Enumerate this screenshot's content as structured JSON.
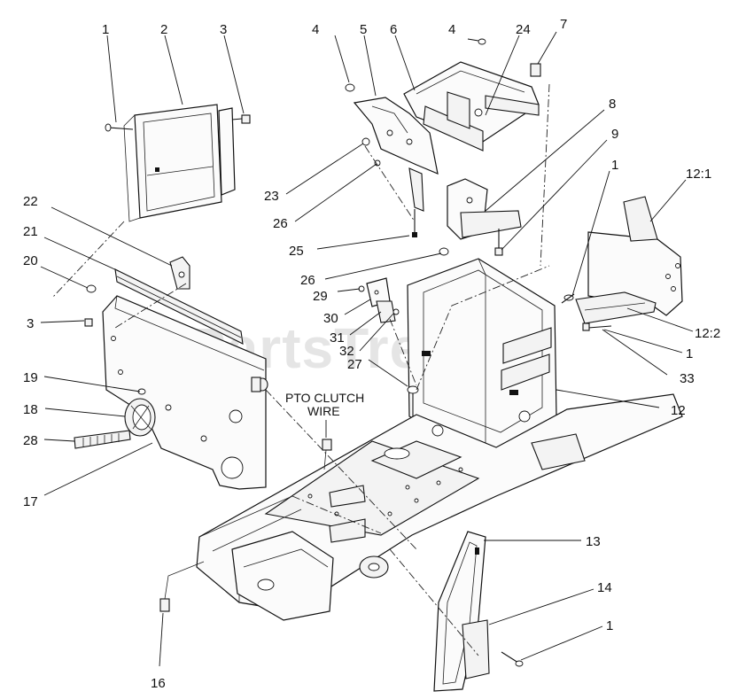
{
  "diagram": {
    "watermark": "PartsTree",
    "note_lines": [
      "PTO CLUTCH",
      "WIRE"
    ],
    "callouts": [
      {
        "id": "c-1a",
        "text": "1"
      },
      {
        "id": "c-2",
        "text": "2"
      },
      {
        "id": "c-3a",
        "text": "3"
      },
      {
        "id": "c-4a",
        "text": "4"
      },
      {
        "id": "c-5",
        "text": "5"
      },
      {
        "id": "c-6",
        "text": "6"
      },
      {
        "id": "c-4b",
        "text": "4"
      },
      {
        "id": "c-24",
        "text": "24"
      },
      {
        "id": "c-7",
        "text": "7"
      },
      {
        "id": "c-8",
        "text": "8"
      },
      {
        "id": "c-9",
        "text": "9"
      },
      {
        "id": "c-1b",
        "text": "1"
      },
      {
        "id": "c-12-1",
        "text": "12:1"
      },
      {
        "id": "c-22",
        "text": "22"
      },
      {
        "id": "c-21",
        "text": "21"
      },
      {
        "id": "c-20",
        "text": "20"
      },
      {
        "id": "c-3b",
        "text": "3"
      },
      {
        "id": "c-23",
        "text": "23"
      },
      {
        "id": "c-26a",
        "text": "26"
      },
      {
        "id": "c-25",
        "text": "25"
      },
      {
        "id": "c-26b",
        "text": "26"
      },
      {
        "id": "c-29",
        "text": "29"
      },
      {
        "id": "c-30",
        "text": "30"
      },
      {
        "id": "c-31",
        "text": "31"
      },
      {
        "id": "c-32",
        "text": "32"
      },
      {
        "id": "c-27",
        "text": "27"
      },
      {
        "id": "c-12-2",
        "text": "12:2"
      },
      {
        "id": "c-1c",
        "text": "1"
      },
      {
        "id": "c-33",
        "text": "33"
      },
      {
        "id": "c-12",
        "text": "12"
      },
      {
        "id": "c-19",
        "text": "19"
      },
      {
        "id": "c-18",
        "text": "18"
      },
      {
        "id": "c-28",
        "text": "28"
      },
      {
        "id": "c-17",
        "text": "17"
      },
      {
        "id": "c-13",
        "text": "13"
      },
      {
        "id": "c-14",
        "text": "14"
      },
      {
        "id": "c-1d",
        "text": "1"
      },
      {
        "id": "c-16",
        "text": "16"
      }
    ]
  }
}
